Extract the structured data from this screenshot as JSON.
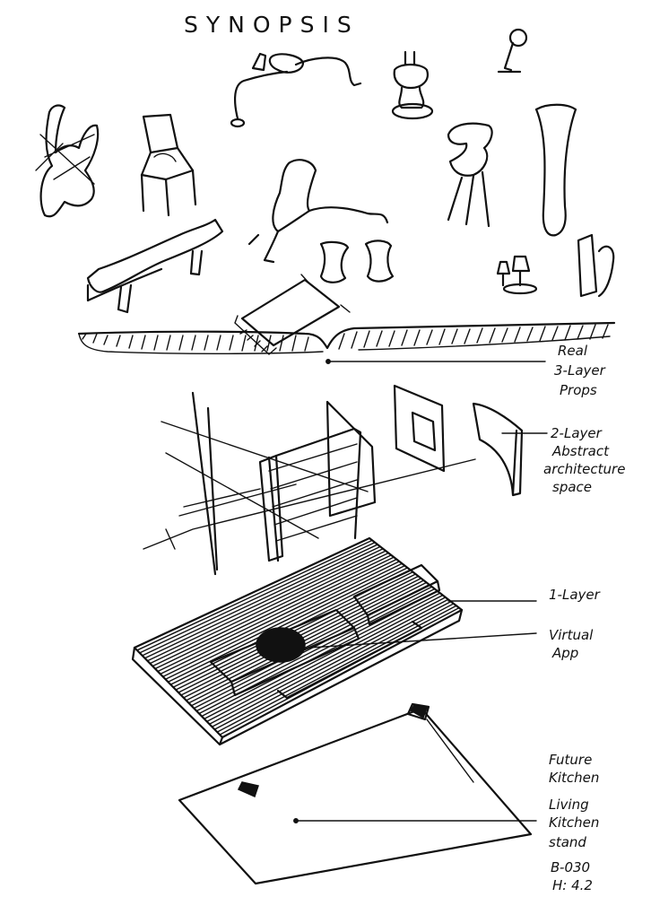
{
  "title": "SYNOPSIS",
  "labels": {
    "real": [
      "Real",
      "3-Layer",
      "Props"
    ],
    "abstract": [
      "2-Layer",
      "Abstract",
      "architecture",
      "space"
    ],
    "virtual_layer": "1-Layer",
    "virtual_app": [
      "Virtual",
      "App"
    ],
    "kitchen": [
      "Future",
      "Kitchen"
    ],
    "living_kitchen": [
      "Living",
      "Kitchen",
      "stand"
    ],
    "code": [
      "B-030",
      "H: 4.2"
    ]
  }
}
